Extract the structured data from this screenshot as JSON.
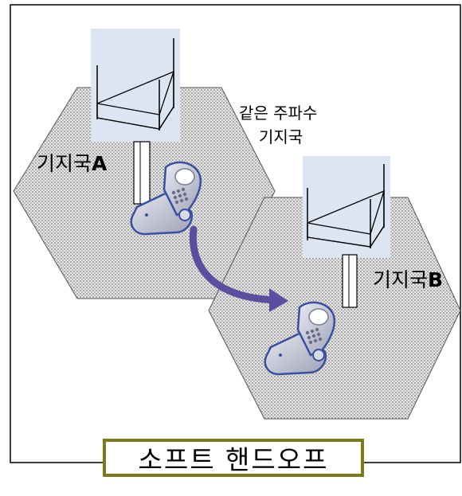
{
  "diagram": {
    "base_station_a": {
      "prefix": "기지국",
      "suffix": "A"
    },
    "base_station_b": {
      "prefix": "기지국",
      "suffix": "B"
    },
    "same_frequency_note": {
      "line1": "같은 주파수",
      "line2": "기지국"
    },
    "title": "소프트 핸드오프",
    "colors": {
      "frame": "#000000",
      "cell_fill": "#c8c8c8",
      "tower_panel": "#dde4f2",
      "arrow": "#5a4f9e",
      "phone_body": "#b9bccd",
      "phone_outline": "#3a4fa0",
      "title_border": "#7a7a1a"
    },
    "icons": [
      "base-station-tower-icon",
      "mobile-phone-icon",
      "handoff-arrow-icon"
    ]
  }
}
